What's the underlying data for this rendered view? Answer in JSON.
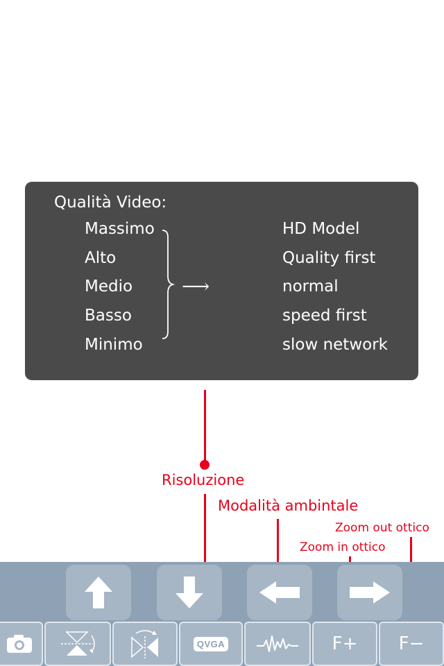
{
  "panel": {
    "title": "Qualità Video:",
    "levels": [
      "Massimo",
      "Alto",
      "Medio",
      "Basso",
      "Minimo"
    ],
    "modes": [
      "HD Model",
      "Quality first",
      "normal",
      "speed first",
      "slow network"
    ],
    "arrow": "⟶"
  },
  "callouts": {
    "resolution": "Risoluzione",
    "ambient_mode": "Modalità ambintale",
    "zoom_out": "Zoom out ottico",
    "zoom_in": "Zoom in ottico"
  },
  "toolbar": {
    "nav_buttons": [
      {
        "icon": "arrow-up-icon"
      },
      {
        "icon": "arrow-down-icon"
      },
      {
        "icon": "arrow-left-icon"
      },
      {
        "icon": "arrow-right-icon"
      }
    ],
    "tools": {
      "snapshot": {
        "icon": "camera-icon"
      },
      "flip_vertical": {
        "icon": "flip-vertical-icon"
      },
      "mirror": {
        "icon": "mirror-icon"
      },
      "resolution": {
        "label": "QVGA"
      },
      "environment": {
        "icon": "waveform-icon"
      },
      "focus_plus": {
        "label": "F+"
      },
      "focus_minus": {
        "label": "F−"
      }
    }
  },
  "colors": {
    "accent_red": "#e8001a",
    "panel_bg": "#4a4a4a",
    "toolbar_bg": "#8fa1b4"
  }
}
